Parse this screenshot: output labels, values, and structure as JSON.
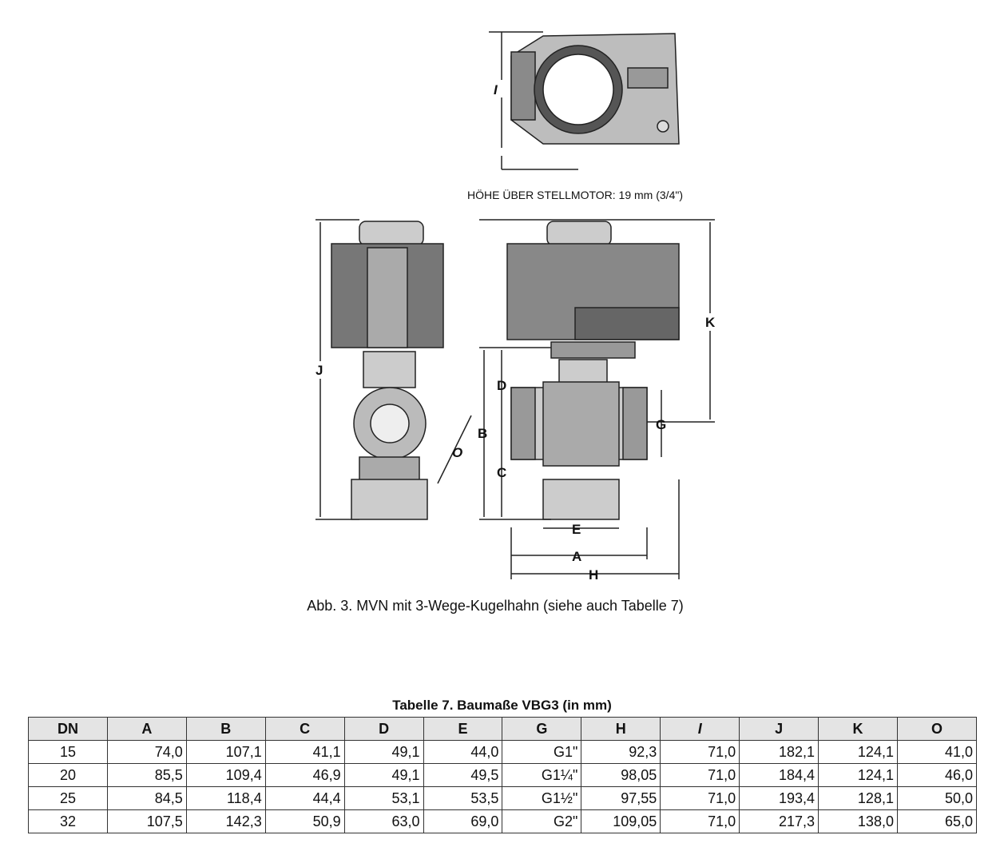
{
  "figure": {
    "height_note": "HÖHE ÜBER STELLMOTOR: 19 mm (3/4\")",
    "caption": "Abb. 3. MVN mit 3-Wege-Kugelhahn (siehe auch Tabelle 7)",
    "dimension_labels": {
      "I": "I",
      "J": "J",
      "K": "K",
      "D": "D",
      "B": "B",
      "G": "G",
      "C": "C",
      "O": "O",
      "E": "E",
      "A": "A",
      "H": "H"
    }
  },
  "table": {
    "title": "Tabelle 7. Baumaße VBG3 (in mm)",
    "headers": [
      "DN",
      "A",
      "B",
      "C",
      "D",
      "E",
      "G",
      "H",
      "I",
      "J",
      "K",
      "O"
    ],
    "rows": [
      [
        "15",
        "74,0",
        "107,1",
        "41,1",
        "49,1",
        "44,0",
        "G1\"",
        "92,3",
        "71,0",
        "182,1",
        "124,1",
        "41,0"
      ],
      [
        "20",
        "85,5",
        "109,4",
        "46,9",
        "49,1",
        "49,5",
        "G1¼\"",
        "98,05",
        "71,0",
        "184,4",
        "124,1",
        "46,0"
      ],
      [
        "25",
        "84,5",
        "118,4",
        "44,4",
        "53,1",
        "53,5",
        "G1½\"",
        "97,55",
        "71,0",
        "193,4",
        "128,1",
        "50,0"
      ],
      [
        "32",
        "107,5",
        "142,3",
        "50,9",
        "63,0",
        "69,0",
        "G2\"",
        "109,05",
        "71,0",
        "217,3",
        "138,0",
        "65,0"
      ]
    ]
  }
}
